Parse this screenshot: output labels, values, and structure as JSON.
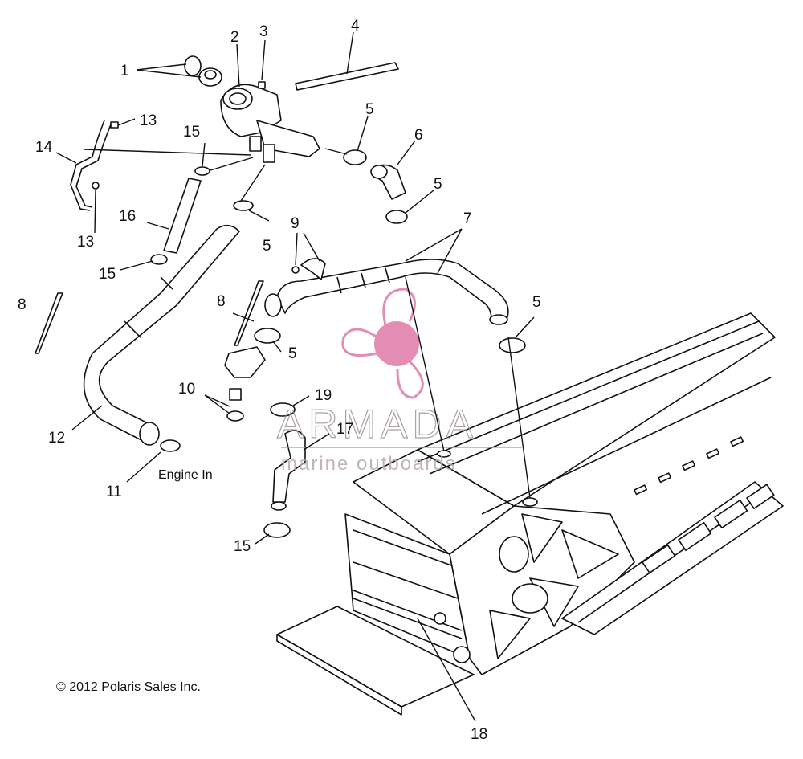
{
  "callouts": {
    "c1": "1",
    "c2": "2",
    "c3": "3",
    "c4": "4",
    "c5a": "5",
    "c5b": "5",
    "c5c": "5",
    "c5d": "5",
    "c5e": "5",
    "c6": "6",
    "c7": "7",
    "c8a": "8",
    "c8b": "8",
    "c9": "9",
    "c10": "10",
    "c11": "11",
    "c12": "12",
    "c13a": "13",
    "c13b": "13",
    "c14": "14",
    "c15a": "15",
    "c15b": "15",
    "c15c": "15",
    "c16": "16",
    "c17": "17",
    "c18": "18",
    "c19": "19"
  },
  "notes": {
    "engine_in": "Engine In",
    "copyright": "© 2012 Polaris Sales Inc."
  },
  "watermark": {
    "brand": "ARMADA",
    "tagline": "marine outboards",
    "color": "#e07aa8"
  }
}
